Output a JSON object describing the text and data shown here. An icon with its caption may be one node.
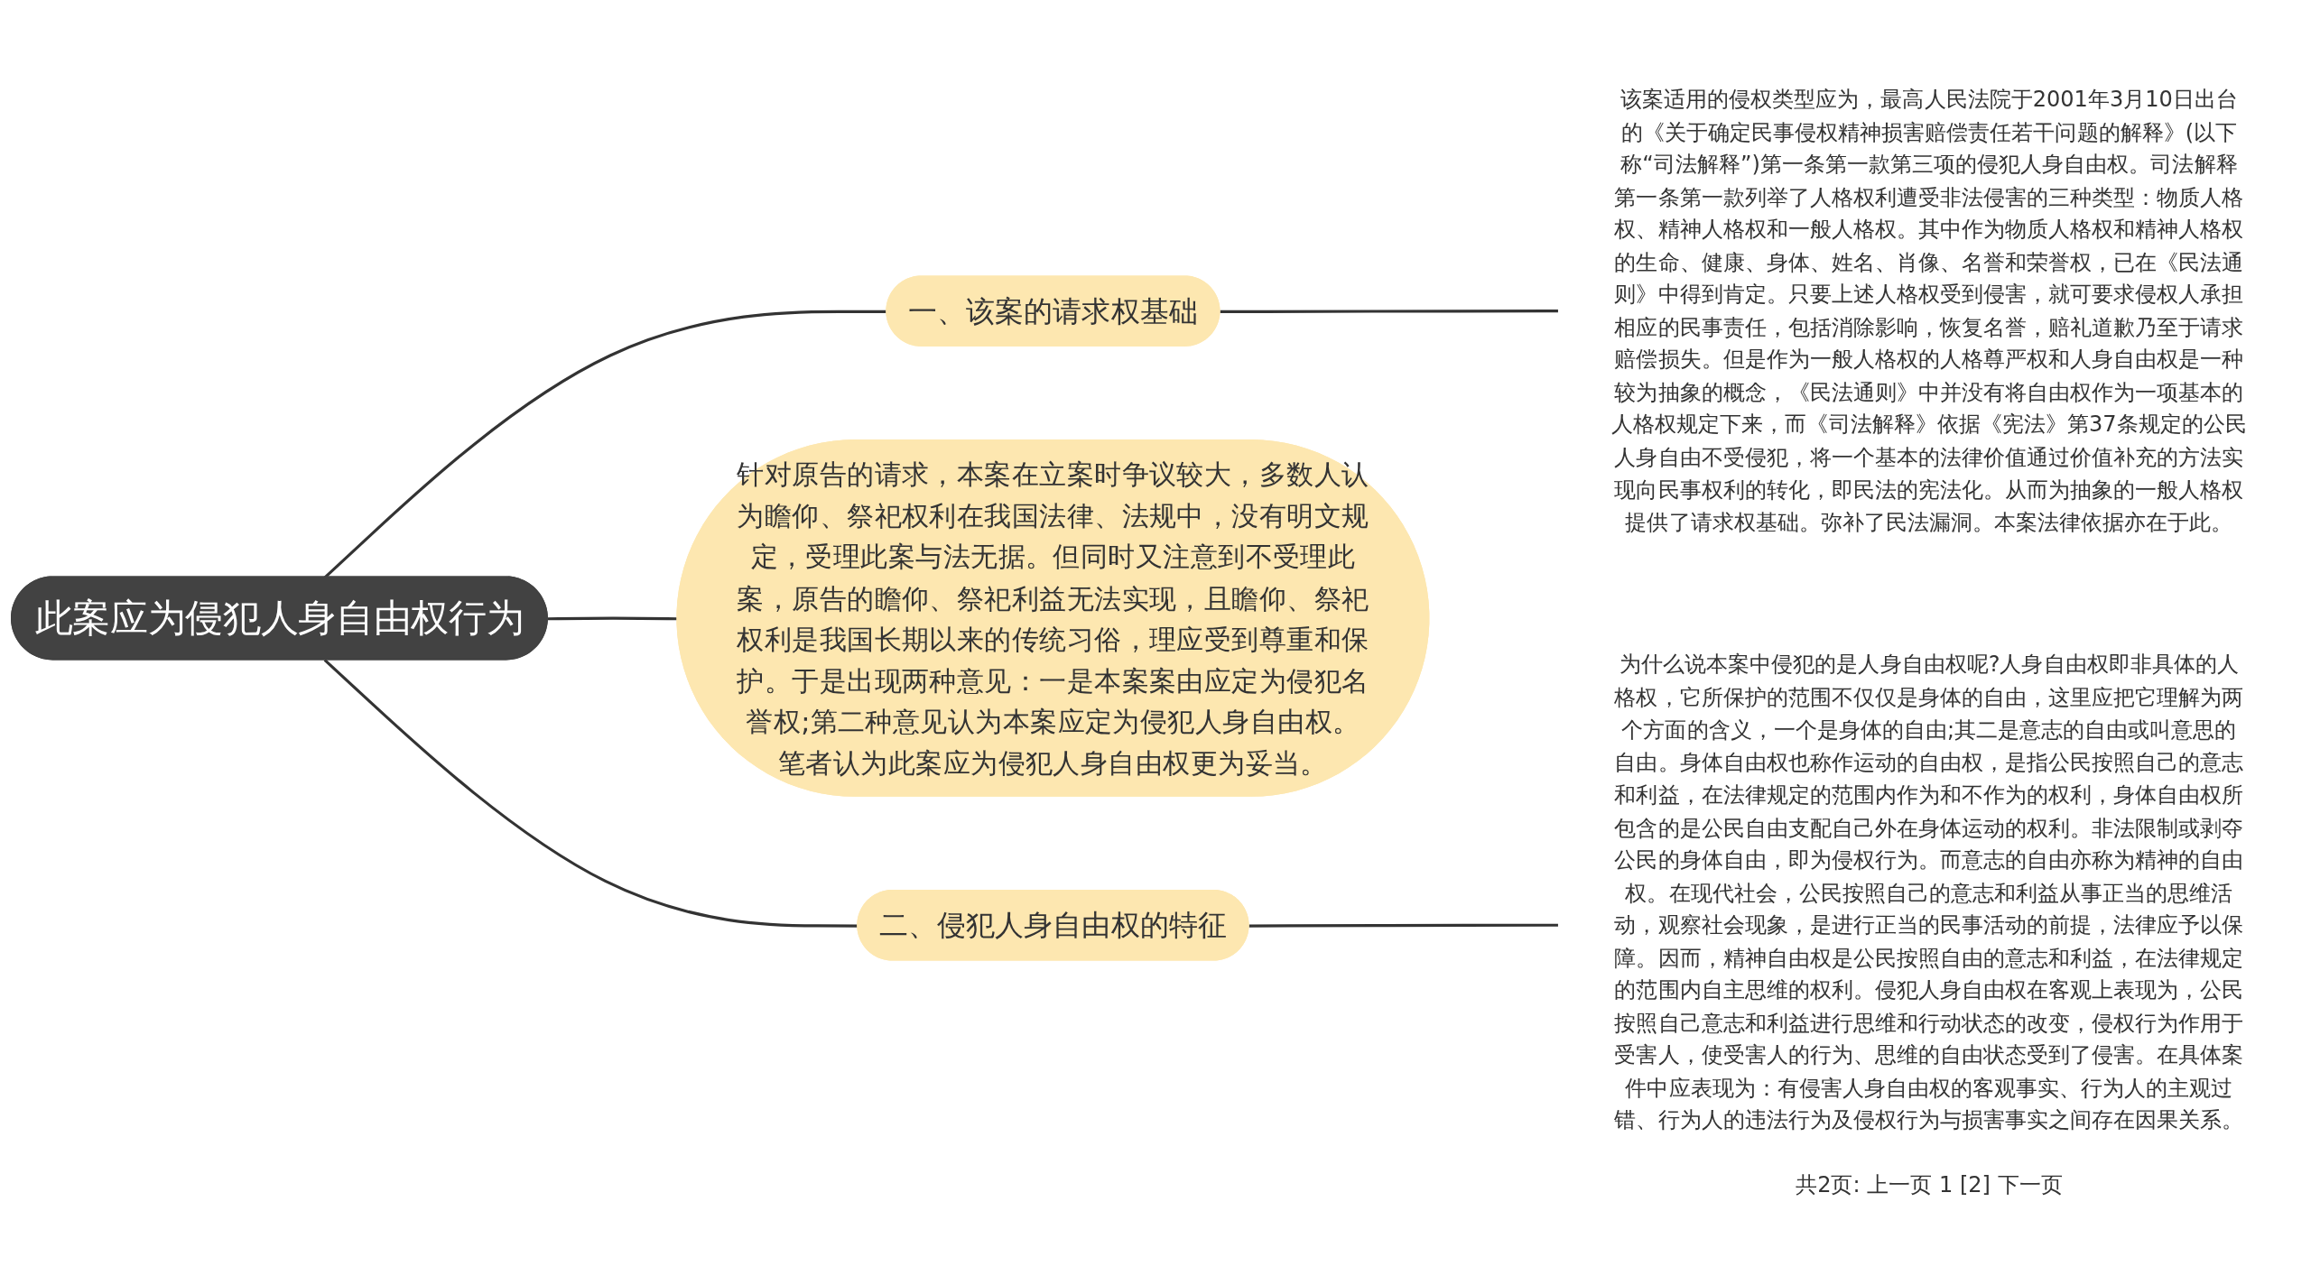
{
  "diagram": {
    "nodes": [
      {
        "text": [
          "此案应为侵犯人身自由权行为"
        ]
      },
      {
        "text": [
          "一、该案的请求权基础"
        ]
      },
      {
        "text": [
          "该案适用的侵权类型应为，最高人民法院于2001年3月10日出台的《关于确定民事侵权精神损害赔偿责任若干问题的解释》(以下称“司法解释”)第一条第一款第三项的侵犯人身自由权。司法解释第一条第一款列举了人格权利遭受非法侵害的三种类型：物质人格权、精神人格权和一般人格权。其中作为物质人格权和精神人格权的生命、健康、身体、姓名、肖像、名誉和荣誉权，已在《民法通则》中得到肯定。只要上述人格权受到侵害，就可要求侵权人承担相应的民事责任，包括消除影响，恢复名誉，赔礼道歉乃至于请求赔偿损失。但是作为一般人格权的人格尊严权和人身自由权是一种较为抽象的概念，《民法通则》中并没有将自由权作为一项基本的人格权规定下来，而《司法解释》依据《宪法》第37条规定的公民人身自由不受侵犯，将一个基本的法律价值通过价值补充的方法实现向民事权利的转化，即民法的宪法化。从而为抽象的一般人格权提供了请求权基础。弥补了民法漏洞。本案法律依据亦在于此。"
        ]
      },
      {
        "text": [
          "针对原告的请求，本案在立案时争议较大，多数人认为瞻仰、祭祀权利在我国法律、法规中，没有明文规定，受理此案与法无据。但同时又注意到不受理此案，原告的瞻仰、祭祀利益无法实现，且瞻仰、祭祀权利是我国长期以来的传统习俗，理应受到尊重和保护。于是出现两种意见：一是本案案由应定为侵犯名誉权;第二种意见认为本案应定为侵犯人身自由权。笔者认为此案应为侵犯人身自由权更为妥当。"
        ]
      },
      {
        "text": [
          "二、侵犯人身自由权的特征"
        ]
      },
      {
        "text": [
          "为什么说本案中侵犯的是人身自由权呢?人身自由权即非具体的人格权，它所保护的范围不仅仅是身体的自由，这里应把它理解为两个方面的含义，一个是身体的自由;其二是意志的自由或叫意思的自由。身体自由权也称作运动的自由权，是指公民按照自己的意志和利益，在法律规定的范围内作为和不作为的权利，身体自由权所包含的是公民自由支配自己外在身体运动的权利。非法限制或剥夺公民的身体自由，即为侵权行为。而意志的自由亦称为精神的自由权。在现代社会，公民按照自己的意志和利益从事正当的思维活动，观察社会现象，是进行正当的民事活动的前提，法律应予以保障。因而，精神自由权是公民按照自由的意志和利益，在法律规定的范围内自主思维的权利。侵犯人身自由权在客观上表现为，公民按照自己意志和利益进行思维和行动状态的改变，侵权行为作用于受害人，使受害人的行为、思维的自由状态受到了侵害。在具体案件中应表现为：有侵害人身自由权的客观事实、行为人的主观过错、行为人的违法行为及侵权行为与损害事实之间存在因果关系。",
          "共2页: 上一页 1 [2] 下一页"
        ]
      }
    ],
    "edges": [
      {
        "from": 0,
        "to": 1,
        "arrow": "none"
      },
      {
        "from": 1,
        "to": 2,
        "arrow": "none"
      },
      {
        "from": 0,
        "to": 3,
        "arrow": "none"
      },
      {
        "from": 0,
        "to": 4,
        "arrow": "none"
      },
      {
        "from": 4,
        "to": 5,
        "arrow": "none"
      }
    ]
  }
}
